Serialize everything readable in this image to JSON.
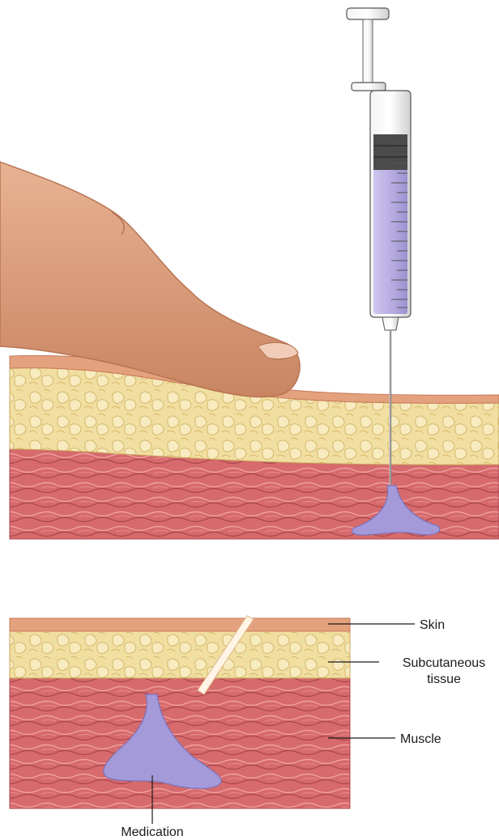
{
  "labels": {
    "skin": "Skin",
    "subcutaneous_line1": "Subcutaneous",
    "subcutaneous_line2": "tissue",
    "muscle": "Muscle",
    "medication": "Medication"
  },
  "colors": {
    "skin": "#e3a27d",
    "skin_edge": "#c9795a",
    "fat": "#f1dea1",
    "fat_shadow": "#d9bd6e",
    "muscle": "#d66a6c",
    "muscle_dark": "#b24a50",
    "medication": "#a49ad9",
    "finger": "#dfa383",
    "nail": "#f1cdb9",
    "syringe_fluid": "#b9aee3",
    "plunger": "#4b4b4b"
  },
  "icons": {
    "syringe": "syringe-icon",
    "finger": "finger-icon"
  }
}
